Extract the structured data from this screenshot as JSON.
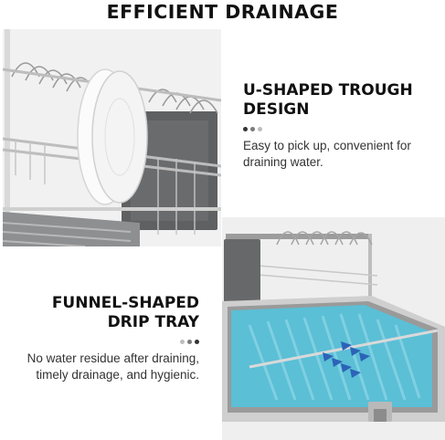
{
  "headline": "EFFICIENT DRAINAGE",
  "features": [
    {
      "title_line1": "U-SHAPED TROUGH",
      "title_line2": "DESIGN",
      "desc_line1": "Easy to pick up, convenient for",
      "desc_line2": "draining water."
    },
    {
      "title_line1": "FUNNEL-SHAPED",
      "title_line2": "DRIP TRAY",
      "desc_line1": "No water residue after draining,",
      "desc_line2": "timely drainage, and hygienic."
    }
  ],
  "colors": {
    "dot_dark": "#333333",
    "dot_mid": "#7a7a7a",
    "dot_light": "#bdbdbd",
    "tray_blue": "#5bbfd6",
    "frame_gray": "#6e6e6e"
  }
}
